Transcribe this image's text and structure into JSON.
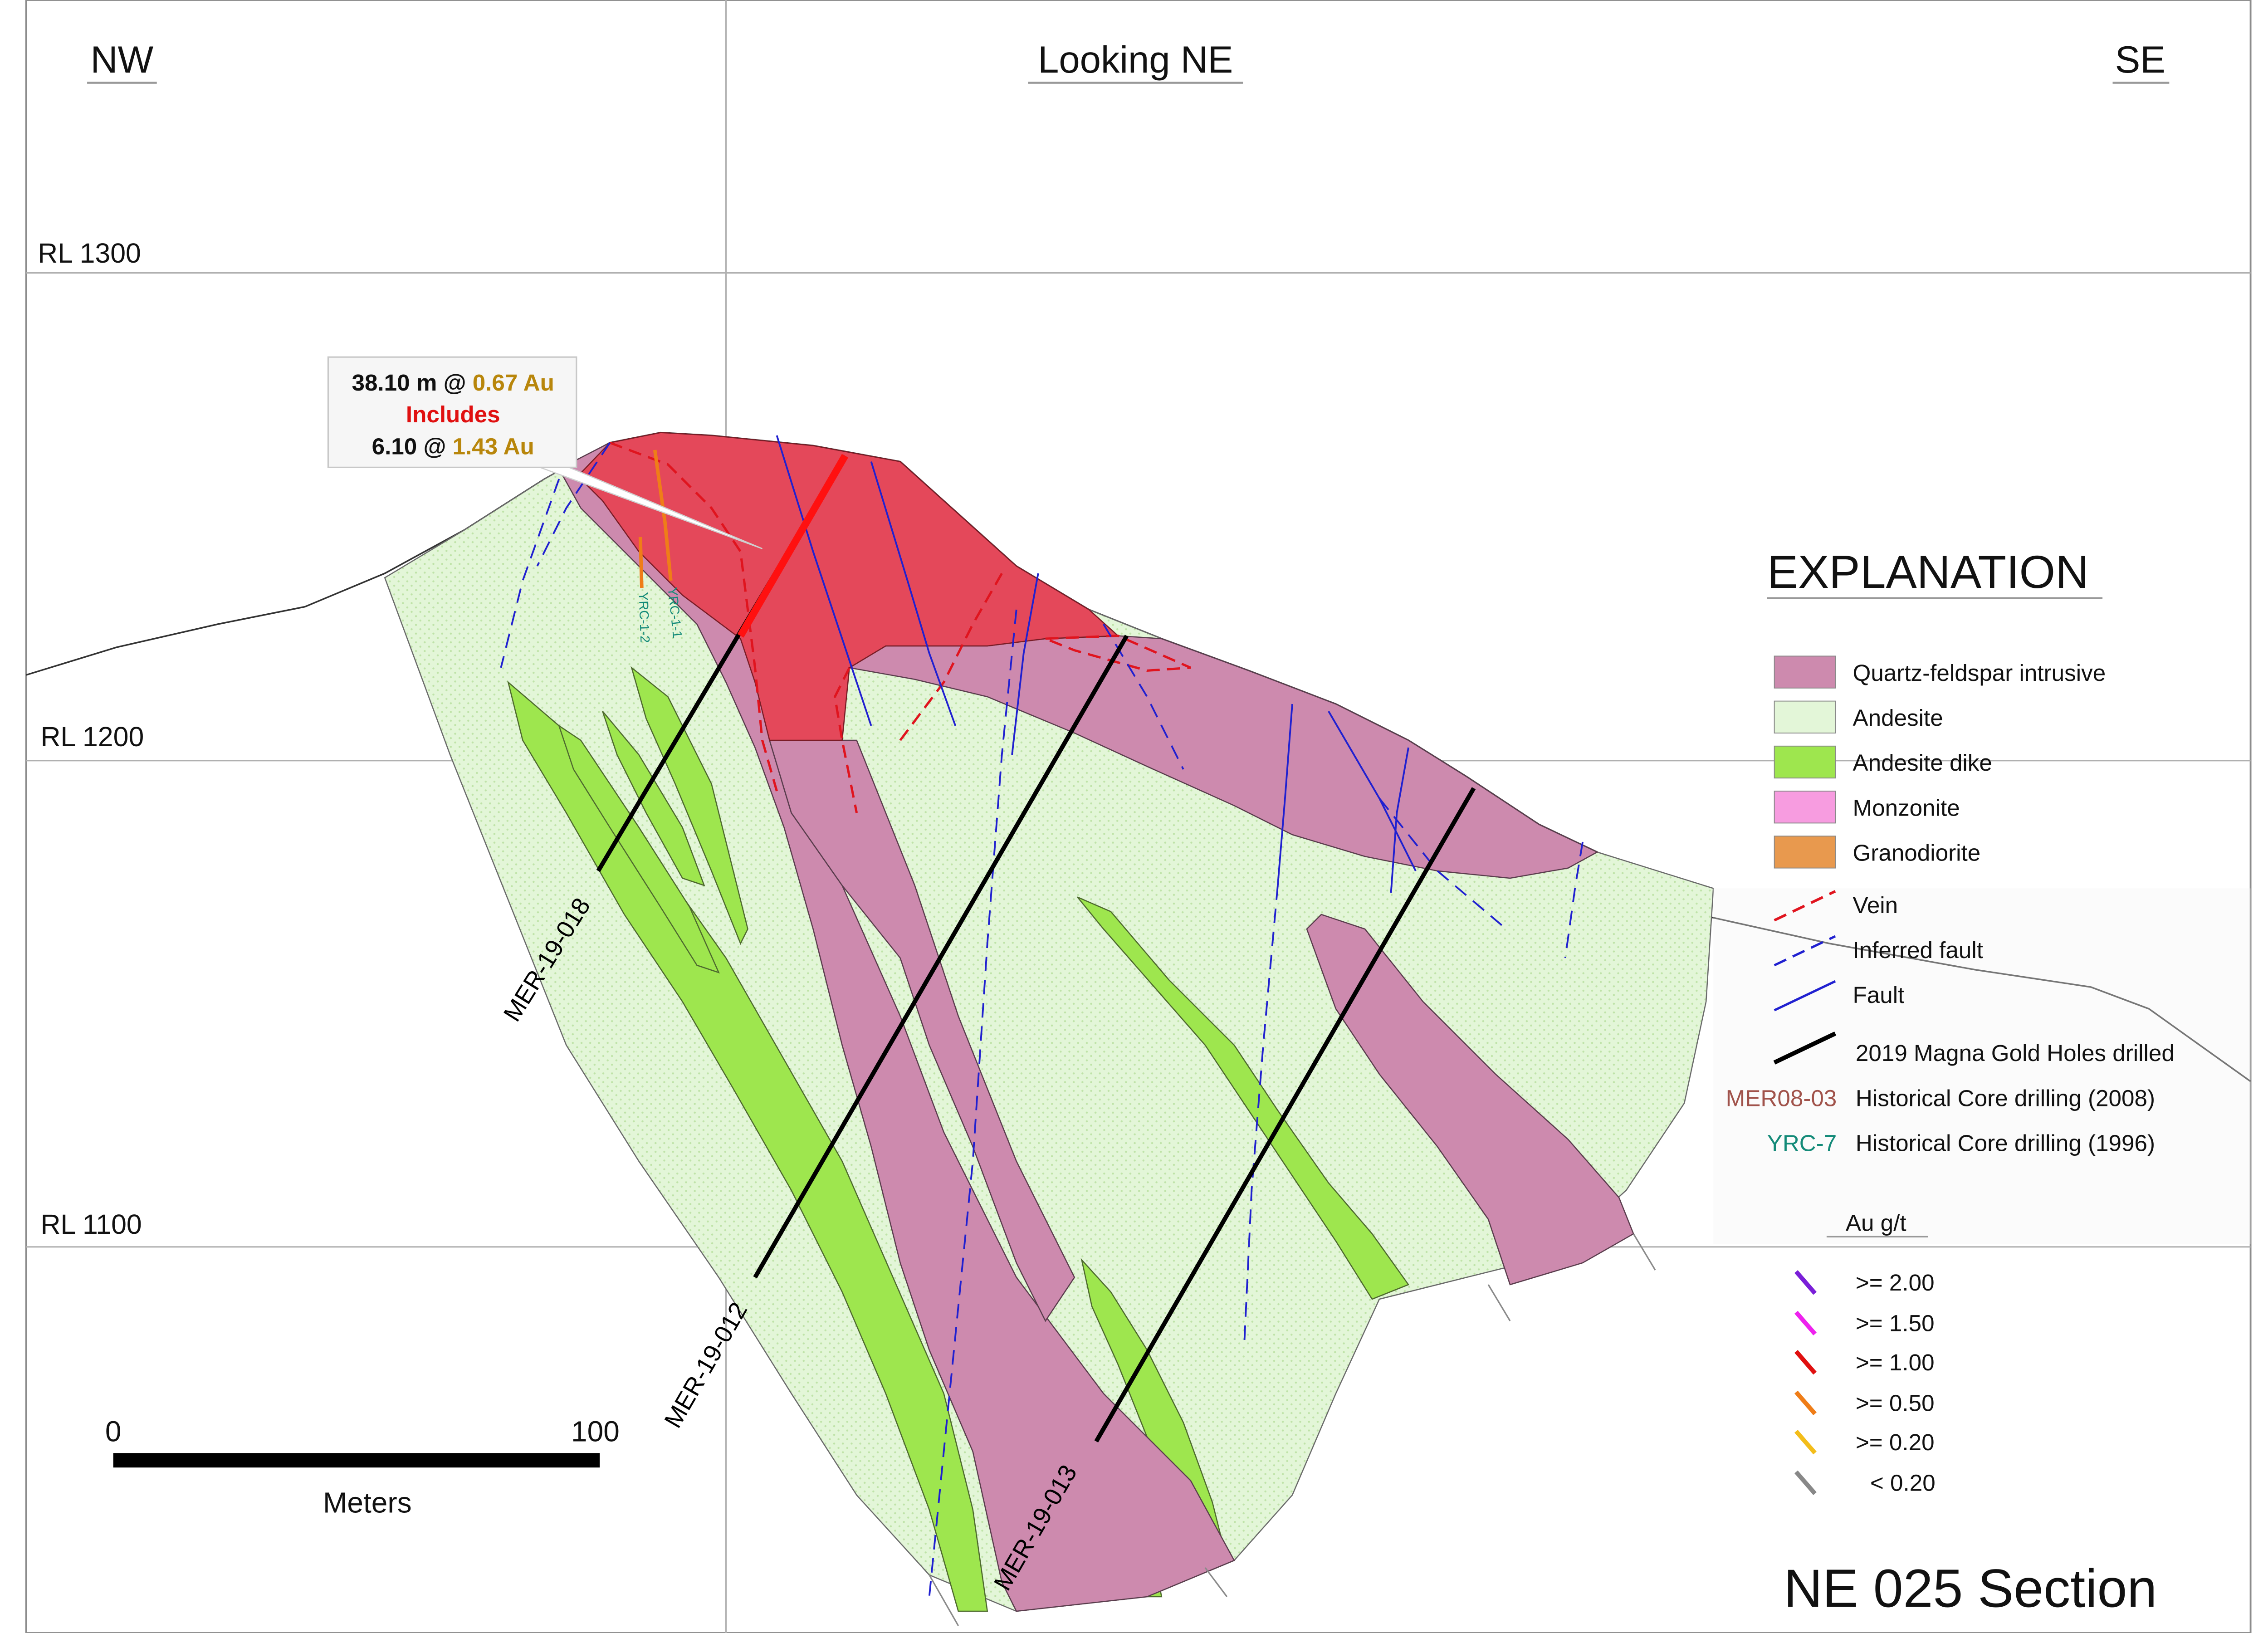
{
  "header": {
    "left": "NW",
    "center": "Looking NE",
    "right": "SE"
  },
  "elevations": [
    "RL 1300",
    "RL 1200",
    "RL 1100"
  ],
  "callout": {
    "line1_a": "38.10 m @ ",
    "line1_b": "0.67 Au",
    "line2": "Includes",
    "line3_a": "6.10 @ ",
    "line3_b": "1.43 Au"
  },
  "holes": {
    "mer19_018": "MER-19-018",
    "mer19_012": "MER-19-012",
    "mer19_013": "MER-19-013",
    "yrc_1_1": "YRC-1-1",
    "yrc_1_2": "YRC-1-2"
  },
  "explanation": {
    "title": "EXPLANATION",
    "items": [
      "Quartz-feldspar intrusive",
      "Andesite",
      "Andesite dike",
      "Monzonite",
      "Granodiorite",
      "Vein",
      "Inferred fault",
      "Fault",
      "2019 Magna Gold Holes drilled"
    ],
    "hist_2008_code": "MER08-03",
    "hist_2008_label": "Historical Core drilling (2008)",
    "hist_1996_code": "YRC-7",
    "hist_1996_label": "Historical Core drilling (1996)"
  },
  "au_scale": {
    "title": "Au g/t",
    "items": [
      ">= 2.00",
      ">= 1.50",
      ">= 1.00",
      ">= 0.50",
      ">= 0.20",
      "< 0.20"
    ]
  },
  "scale_bar": {
    "start": "0",
    "end": "100",
    "unit": "Meters"
  },
  "section_title": "NE 025 Section",
  "colors": {
    "qfp": "#cd8aae",
    "andesite_fill": "#e3f6d8",
    "andesite_dike": "#9ee64e",
    "monzonite": "#f79ce0",
    "granodiorite": "#e8994e",
    "red_zone": "#e4485a",
    "vein": "#e0141e",
    "fault": "#2020d0",
    "hole_2019": "#000000",
    "hist_2008": "#a0524a",
    "hist_1996": "#138a78",
    "gold_text": "#b8860b",
    "au_ge_2_00": "#7a1fd8",
    "au_ge_1_50": "#ee22ee",
    "au_ge_1_00": "#e01010",
    "au_ge_0_50": "#ef7d18",
    "au_ge_0_20": "#f3bd1a",
    "au_lt_0_20": "#888888"
  }
}
